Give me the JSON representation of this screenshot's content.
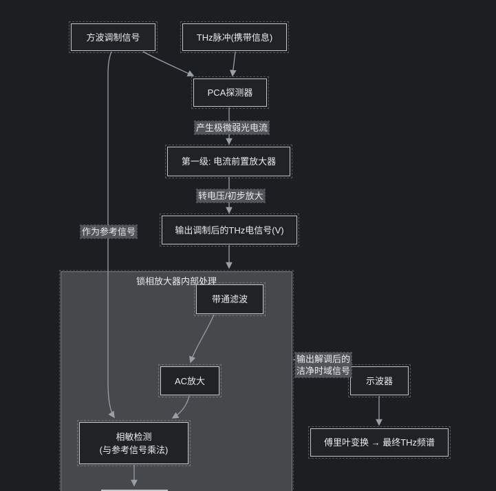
{
  "colors": {
    "background": "#1c1e22",
    "panel_fill": "#46484c",
    "node_fill": "#202226",
    "node_border": "#c3c7ca",
    "edge": "#9aa0a4",
    "label_bg": "#515458",
    "text": "#e9ebed"
  },
  "subgraph": {
    "title": "锁相放大器内部处理"
  },
  "nodes": {
    "square_wave": {
      "label": "方波调制信号"
    },
    "thz_pulse": {
      "label": "THz脉冲(携带信息)"
    },
    "pca_detector": {
      "label": "PCA探测器"
    },
    "preamp_stage1": {
      "label": "第一级: 电流前置放大器"
    },
    "modulated_output": {
      "label": "输出调制后的THz电信号(V)"
    },
    "bandpass_filter": {
      "label": "带通滤波"
    },
    "ac_amplifier": {
      "label": "AC放大"
    },
    "phase_sensitive_detection": {
      "line1": "相敏检测",
      "line2": "(与参考信号乘法)"
    },
    "oscilloscope": {
      "label": "示波器"
    },
    "fourier_transform": {
      "label": "傅里叶变换 → 最终THz频谱"
    }
  },
  "edge_labels": {
    "photocurrent": "产生极微弱光电流",
    "voltage_conversion": "转电压/初步放大",
    "reference_signal": "作为参考信号",
    "demodulated_output": {
      "line1": "输出解调后的",
      "line2": "洁净时域信号"
    }
  }
}
